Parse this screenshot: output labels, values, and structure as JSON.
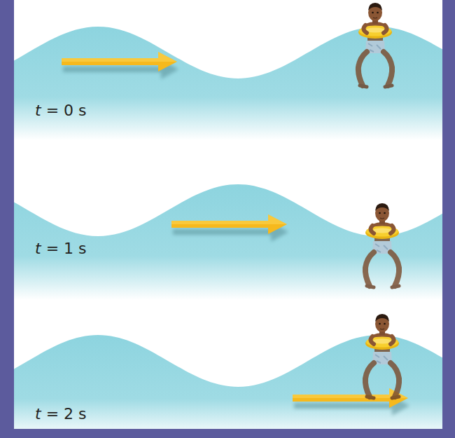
{
  "diagram": {
    "labels": [
      "t = 0 s",
      "t = 1 s",
      "t = 2 s"
    ]
  }
}
